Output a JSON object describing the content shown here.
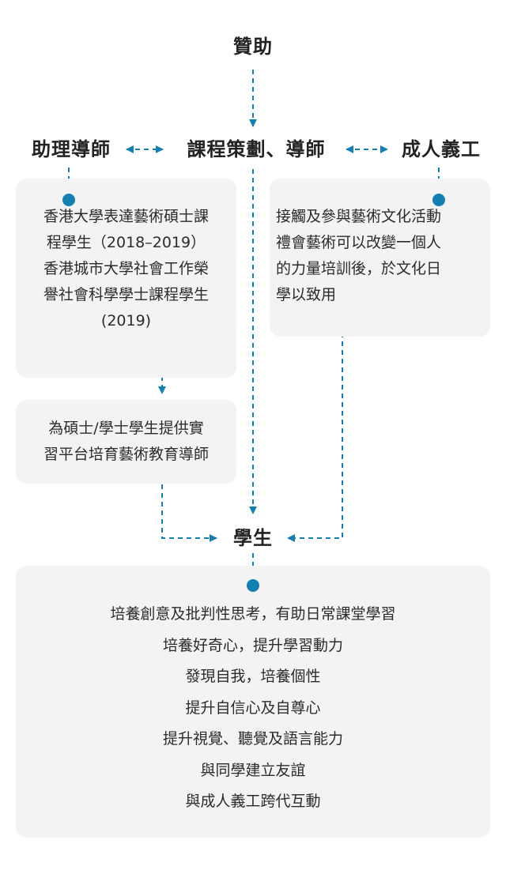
{
  "colors": {
    "accent": "#1580b0",
    "box_bg": "#f3f3f3",
    "text": "#222222"
  },
  "nodes": {
    "sponsor": "贊助",
    "assistant_mentor": "助理導師",
    "curriculum": "課程策劃、導師",
    "adult_volunteer": "成人義工",
    "students": "學生"
  },
  "boxes": {
    "assistant_info": [
      "香港大學表達藝術碩士課",
      "程學生（2018–2019）",
      "香港城市大學社會工作榮",
      "譽社會科學學士課程學生",
      "(2019)"
    ],
    "assistant_role": [
      "為碩士/學士學生提供實",
      "習平台培育藝術教育導師"
    ],
    "volunteer_info": [
      "接觸及參與藝術文化活動",
      "禮會藝術可以改變一個人",
      "的力量培訓後，於文化日",
      "學以致用"
    ],
    "outcomes": [
      "培養創意及批判性思考，有助日常課堂學習",
      "培養好奇心，提升學習動力",
      "發現自我，培養個性",
      "提升自信心及自尊心",
      "提升視覺、聽覺及語言能力",
      "與同學建立友誼",
      "與成人義工跨代互動"
    ]
  }
}
